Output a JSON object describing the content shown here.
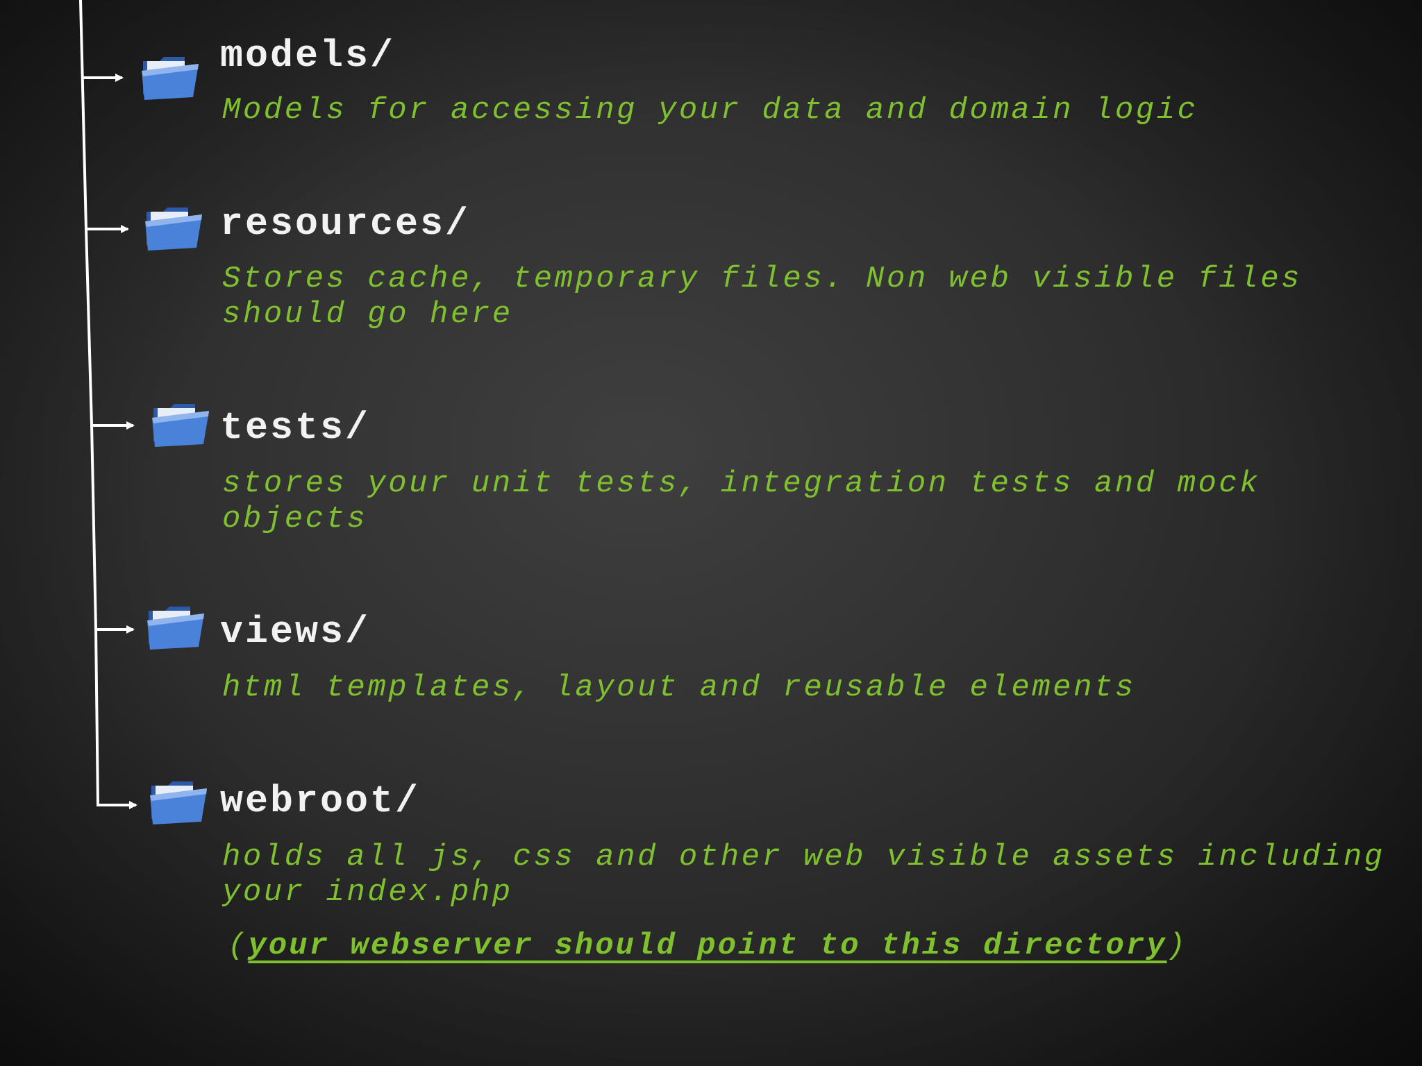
{
  "directories": [
    {
      "name": "models/",
      "description": "Models for accessing your data and domain logic",
      "icon": "folder-icon"
    },
    {
      "name": "resources/",
      "description": "Stores cache, temporary files. Non web visible files should go here",
      "icon": "folder-icon"
    },
    {
      "name": "tests/",
      "description": "stores your unit tests, integration tests and mock objects",
      "icon": "folder-icon"
    },
    {
      "name": "views/",
      "description": "html templates, layout and reusable elements",
      "icon": "folder-icon"
    },
    {
      "name": "webroot/",
      "description": "holds all js, css and other web visible assets including your index.php",
      "icon": "folder-icon"
    }
  ],
  "note": {
    "open": "(",
    "text": "your webserver should point to this directory",
    "close": ")"
  },
  "colors": {
    "background": "#2e2e2e",
    "directory_name": "#f2f2f2",
    "description": "#7fc02f",
    "tree_lines": "#ffffff",
    "folder_blue": "#3f73cc"
  }
}
